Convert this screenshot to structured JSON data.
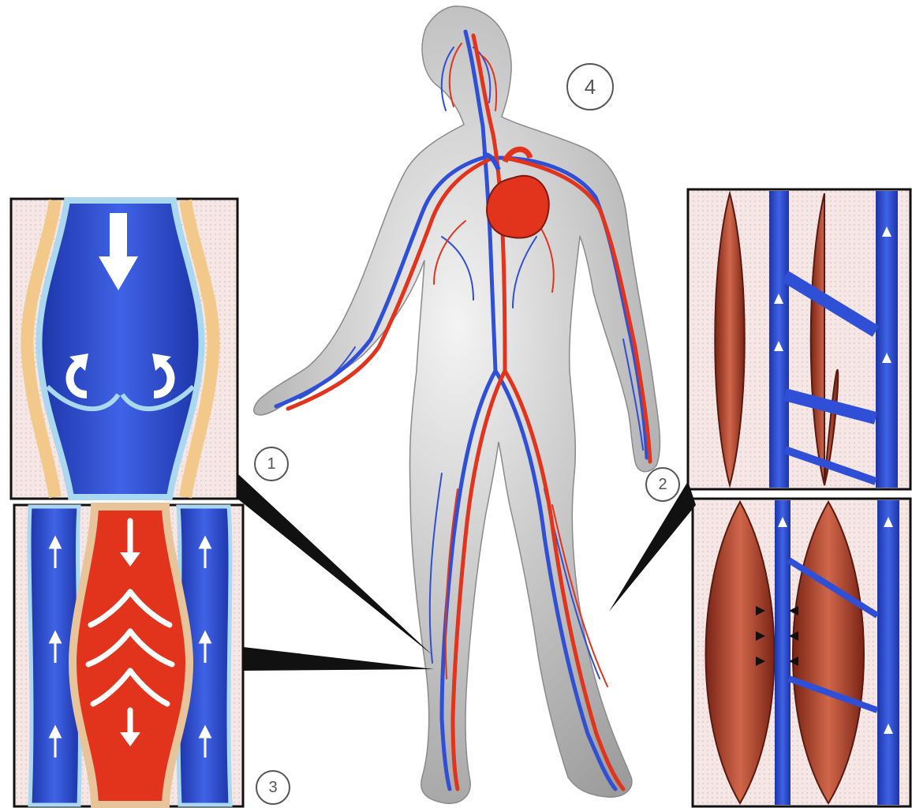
{
  "labels": {
    "one": "1",
    "two": "2",
    "three": "3",
    "four": "4"
  },
  "colors": {
    "vein": "#2f4fd6",
    "vein_light": "#a9d8f0",
    "artery": "#e2331c",
    "muscle": "#b5442a",
    "vessel_wall": "#f2c98a",
    "frame": "#111111",
    "skin": "#d8d8d8"
  },
  "icons": [
    "human-body-figure",
    "heart-icon",
    "valve-flow-arrows",
    "muscle-pump-arrows"
  ]
}
